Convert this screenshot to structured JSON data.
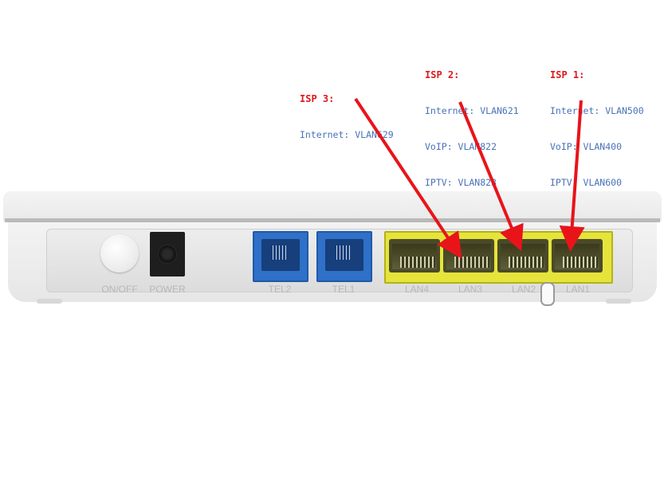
{
  "isps": [
    {
      "id": "isp3",
      "title": "ISP 3:",
      "lines": [
        "Internet: VLAN629"
      ]
    },
    {
      "id": "isp2",
      "title": "ISP 2:",
      "lines": [
        "Internet: VLAN621",
        "VoIP: VLAN822",
        "IPTV: VLAN823"
      ]
    },
    {
      "id": "isp1",
      "title": "ISP 1:",
      "lines": [
        "Internet: VLAN500",
        "VoIP: VLAN400",
        "IPTV: VLAN600"
      ]
    }
  ],
  "router": {
    "labels": {
      "onoff": "ON/OFF",
      "power": "POWER",
      "tel2": "TEL2",
      "tel1": "TEL1",
      "lan4": "LAN4",
      "lan3": "LAN3",
      "lan2": "LAN2",
      "lan1": "LAN1"
    }
  },
  "colors": {
    "isp_title": "#e0171b",
    "isp_text": "#4a72b8",
    "arrow": "#e8141a",
    "lan_ports": "#e6e43a",
    "tel_ports": "#2f70c8"
  }
}
